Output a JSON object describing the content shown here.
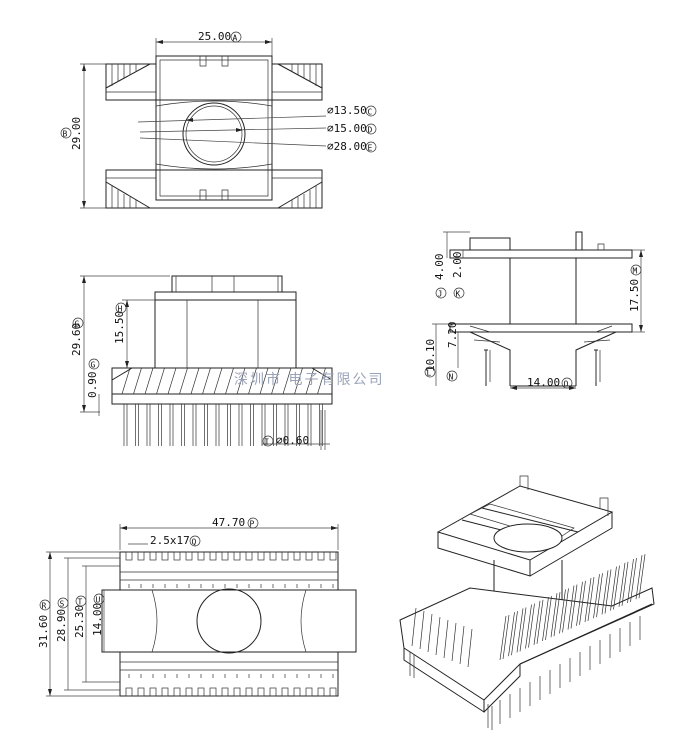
{
  "dimensions": {
    "top_width": "25.00",
    "top_width_ref": "A",
    "top_height": "29.00",
    "top_height_ref": "B",
    "dia_c": "13.50",
    "dia_c_ref": "C",
    "dia_d": "15.00",
    "dia_d_ref": "D",
    "dia_e": "28.00",
    "dia_e_ref": "E",
    "side_total_height": "29.60",
    "side_total_ref": "G",
    "side_core_height": "15.50",
    "side_core_ref": "H",
    "side_base_thk": "0.90",
    "side_base_ref": "G",
    "pin_dia": "0.60",
    "pin_dia_ref": "I",
    "end_flange": "4.00",
    "end_flange_ref": "J",
    "end_flange2": "2.00",
    "end_flange2_ref": "K",
    "end_height": "17.50",
    "end_height_ref": "M",
    "end_lower": "10.10",
    "end_lower_ref": "L",
    "end_lower2": "7.20",
    "end_lower2_ref": "N",
    "end_width": "14.00",
    "end_width_ref": "O",
    "bottom_length": "47.70",
    "bottom_length_ref": "P",
    "pitch": "2.5x17",
    "pitch_ref": "Q",
    "bottom_h1": "31.60",
    "bottom_h1_ref": "R",
    "bottom_h2": "28.90",
    "bottom_h2_ref": "S",
    "bottom_h3": "25.30",
    "bottom_h3_ref": "T",
    "bottom_h4": "14.00",
    "bottom_h4_ref": "U"
  },
  "watermark": "深圳市   电子有限公司",
  "diameter_symbol": "⌀"
}
